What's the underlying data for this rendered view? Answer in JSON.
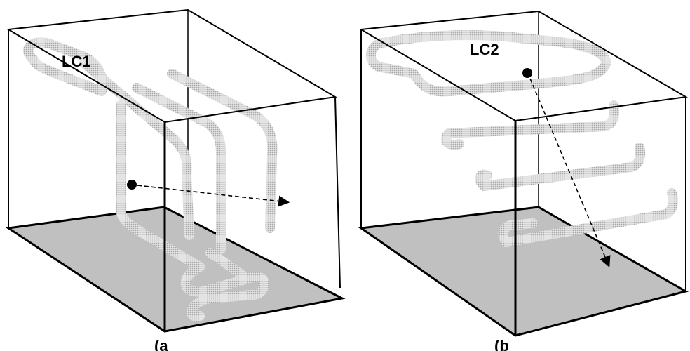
{
  "panels": [
    {
      "label": "LC1",
      "caption": "(a"
    },
    {
      "label": "LC2",
      "caption": "(b"
    }
  ],
  "colors": {
    "stroke": "#000000",
    "floor": "#c0c0c0",
    "tube": "#bdbdbd"
  }
}
